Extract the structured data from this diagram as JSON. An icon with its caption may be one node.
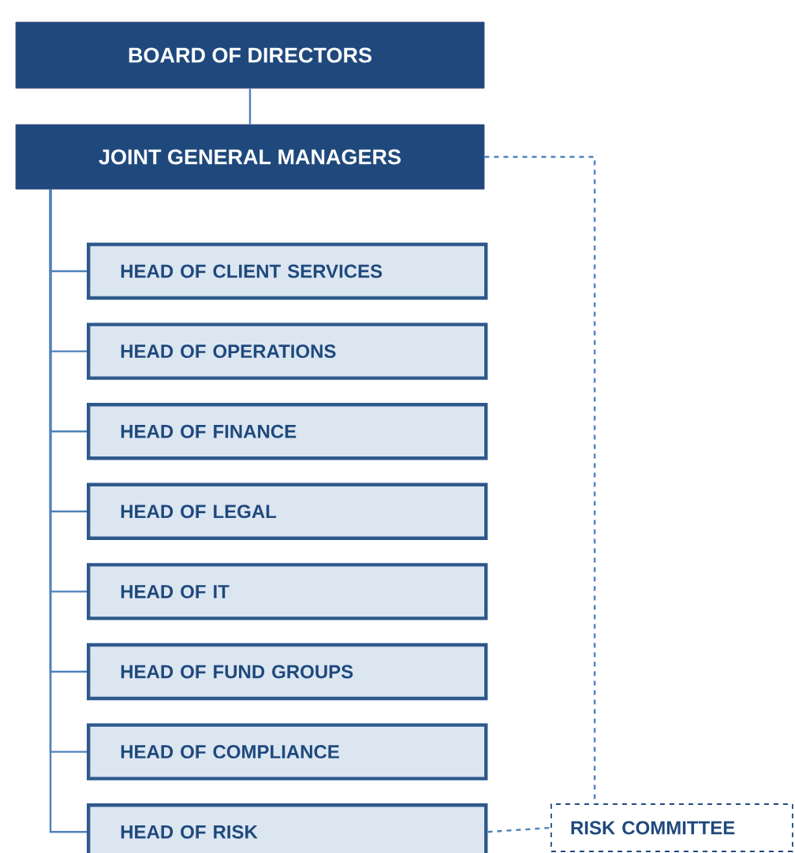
{
  "diagram": {
    "nodes": [
      {
        "text": [
          "BOARD OF DIRECTORS"
        ]
      },
      {
        "text": [
          "JOINT GENERAL MANAGERS"
        ]
      },
      {
        "text": [
          "HEAD OF CLIENT SERVICES"
        ]
      },
      {
        "text": [
          "HEAD OF OPERATIONS"
        ]
      },
      {
        "text": [
          "HEAD OF FINANCE"
        ]
      },
      {
        "text": [
          "HEAD OF LEGAL"
        ]
      },
      {
        "text": [
          "HEAD OF IT"
        ]
      },
      {
        "text": [
          "HEAD OF FUND GROUPS"
        ]
      },
      {
        "text": [
          "HEAD OF COMPLIANCE"
        ]
      },
      {
        "text": [
          "HEAD OF RISK"
        ]
      },
      {
        "text": [
          "RISK COMMITTEE"
        ]
      }
    ],
    "edges": [
      {
        "from": 0,
        "to": 1,
        "arrow": "none"
      },
      {
        "from": 1,
        "to": 2,
        "arrow": "none"
      },
      {
        "from": 1,
        "to": 3,
        "arrow": "none"
      },
      {
        "from": 1,
        "to": 4,
        "arrow": "none"
      },
      {
        "from": 1,
        "to": 5,
        "arrow": "none"
      },
      {
        "from": 1,
        "to": 6,
        "arrow": "none"
      },
      {
        "from": 1,
        "to": 7,
        "arrow": "none"
      },
      {
        "from": 1,
        "to": 8,
        "arrow": "none"
      },
      {
        "from": 1,
        "to": 9,
        "arrow": "none"
      },
      {
        "from": 1,
        "to": 10,
        "arrow": "none",
        "style": "dashed"
      },
      {
        "from": 9,
        "to": 10,
        "arrow": "none",
        "style": "dashed"
      }
    ]
  }
}
